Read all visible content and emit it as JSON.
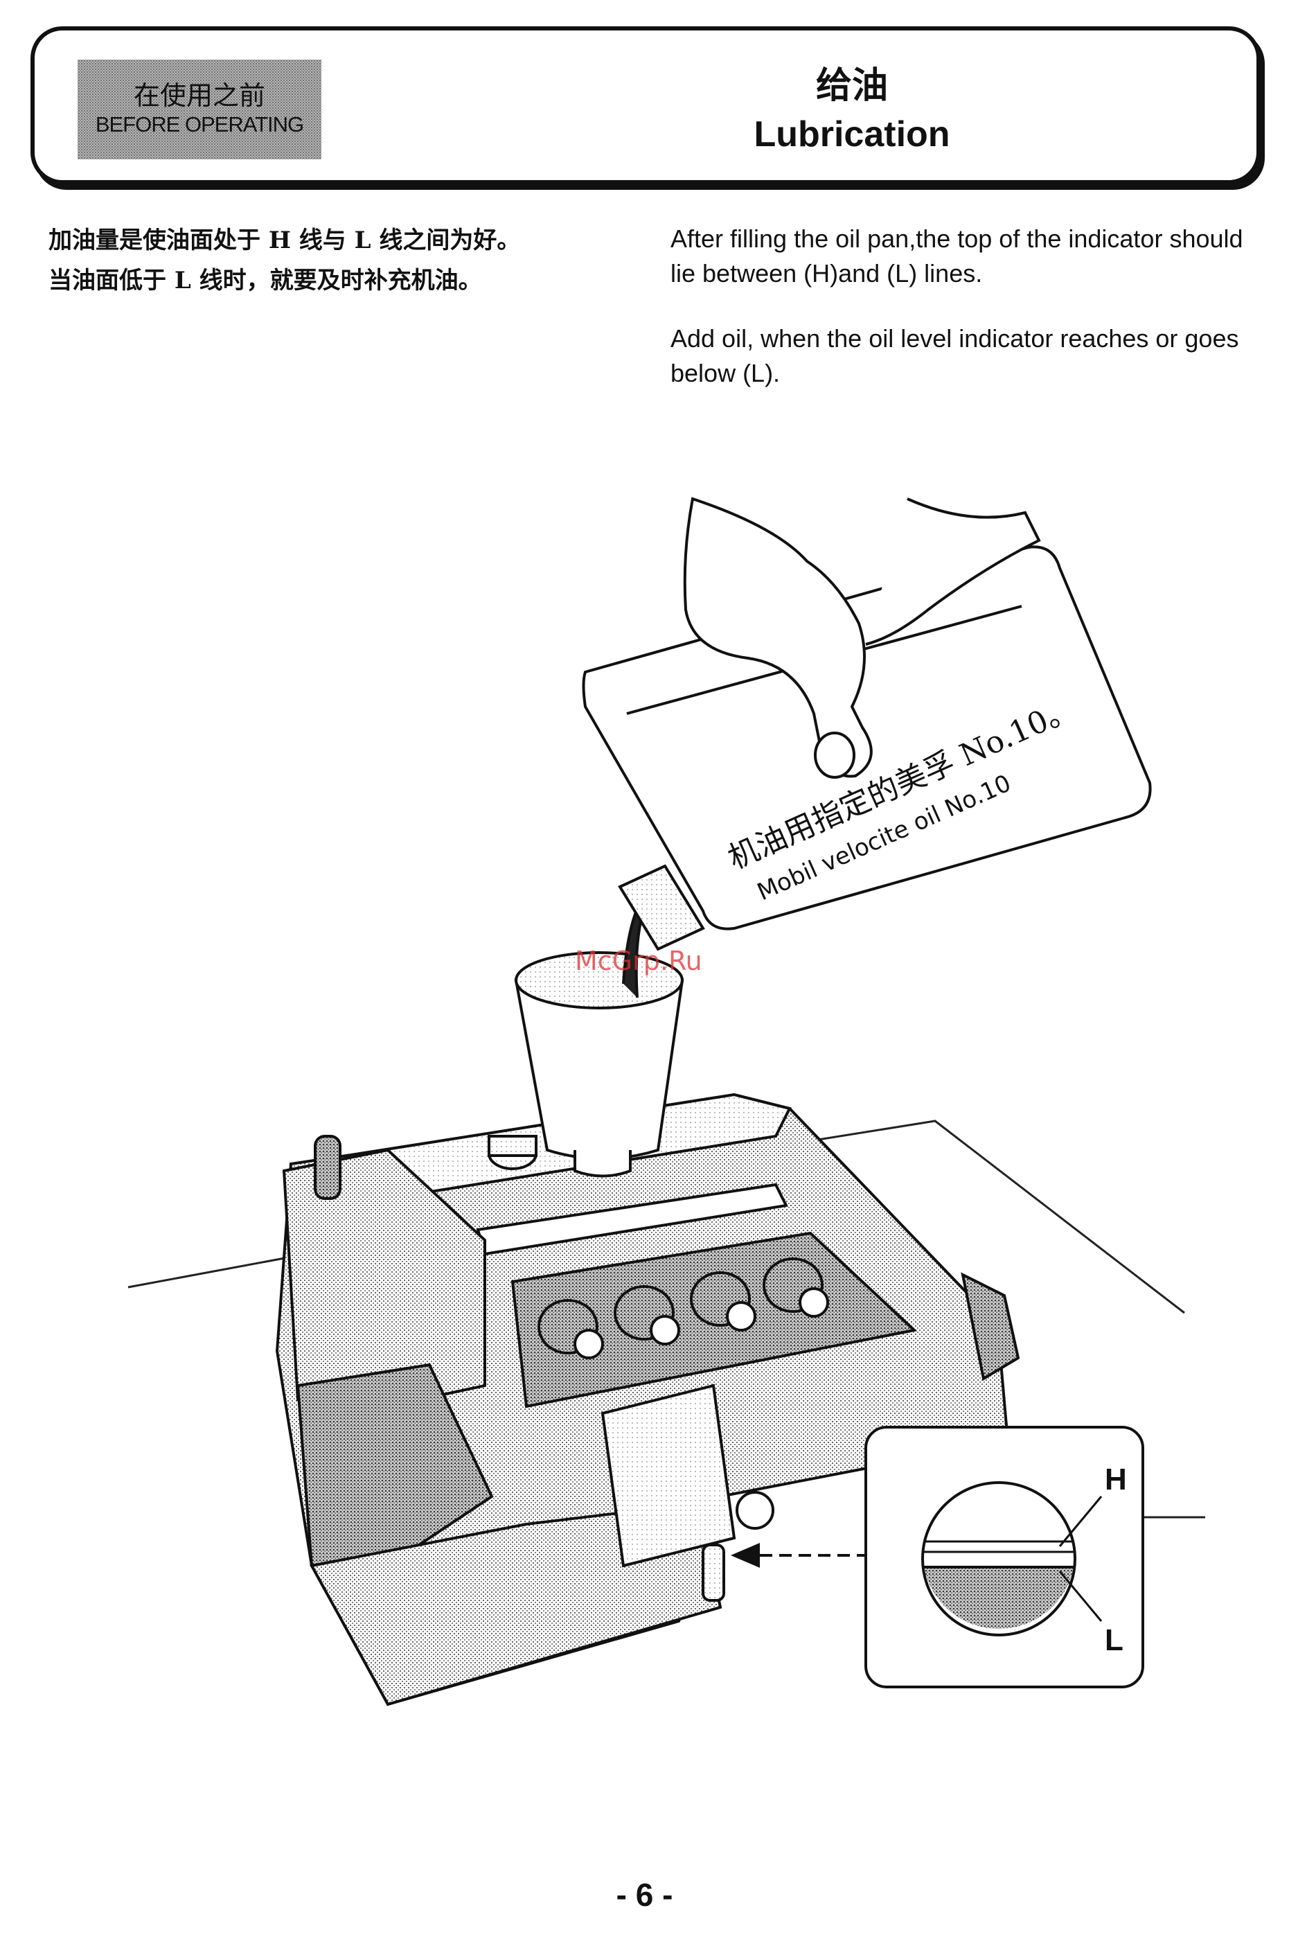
{
  "header": {
    "badge_zh": "在使用之前",
    "badge_en": "BEFORE OPERATING",
    "title_zh": "给油",
    "title_en": "Lubrication"
  },
  "body": {
    "zh_line1": "加油量是使油面处于 H 线与 L 线之间为好。",
    "zh_line2": "当油面低于 L 线时，就要及时补充机油。",
    "en_para1": "After filling the oil pan,the top of the indicator should lie between (H)and (L) lines.",
    "en_para2": "Add oil, when the oil level indicator reaches or goes below (L)."
  },
  "figure": {
    "bottle_label_zh": "机油用指定的美孚 No.10。",
    "bottle_label_en": "Mobil velocite oil No.10",
    "watermark": "McGrp.Ru",
    "label_h": "H",
    "label_l": "L"
  },
  "footer": {
    "page_number": "- 6 -"
  }
}
